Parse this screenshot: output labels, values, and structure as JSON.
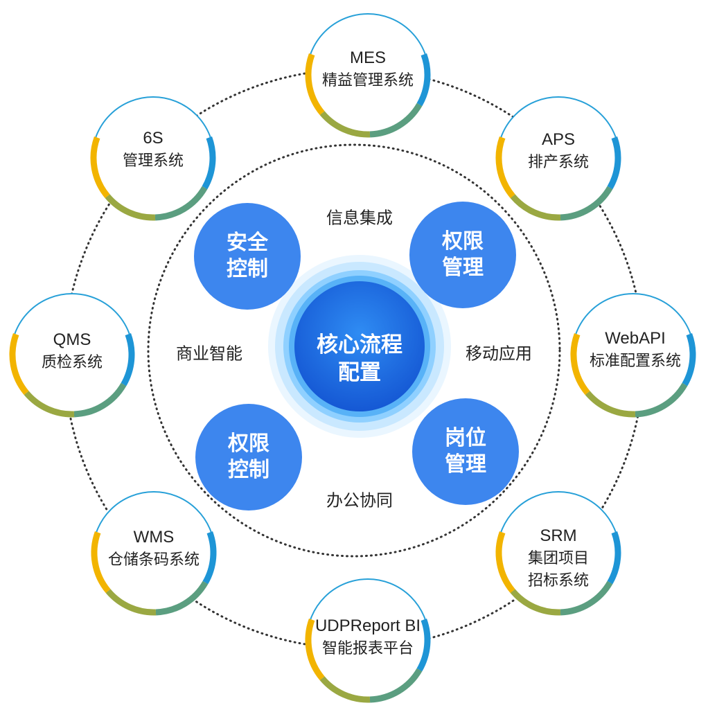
{
  "core": {
    "line1": "核心流程",
    "line2": "配置"
  },
  "inner_circles": [
    {
      "key": "security",
      "line1": "安全",
      "line2": "控制"
    },
    {
      "key": "permission-mgmt",
      "line1": "权限",
      "line2": "管理"
    },
    {
      "key": "permission-ctrl",
      "line1": "权限",
      "line2": "控制"
    },
    {
      "key": "post-mgmt",
      "line1": "岗位",
      "line2": "管理"
    }
  ],
  "features": {
    "top": "信息集成",
    "left": "商业智能",
    "right": "移动应用",
    "bottom": "办公协同"
  },
  "satellites": [
    {
      "key": "mes",
      "line1": "MES",
      "line2": "精益管理系统"
    },
    {
      "key": "aps",
      "line1": "APS",
      "line2": "排产系统"
    },
    {
      "key": "webapi",
      "line1": "WebAPI",
      "line2": "标准配置系统"
    },
    {
      "key": "srm",
      "line1": "SRM",
      "line2": "集团项目",
      "line3": "招标系统"
    },
    {
      "key": "udpreport",
      "line1": "UDPReport BI",
      "line2": "智能报表平台"
    },
    {
      "key": "wms",
      "line1": "WMS",
      "line2": "仓储条码系统"
    },
    {
      "key": "qms",
      "line1": "QMS",
      "line2": "质检系统"
    },
    {
      "key": "6s",
      "line1": "6S",
      "line2": "管理系统"
    }
  ],
  "colors": {
    "blue_circle": "#3d86ee",
    "core_dark": "#1f6fe0",
    "core_light": "#7cc4ff",
    "ring_yellow": "#f2b400",
    "ring_olive": "#9aa842",
    "ring_teal": "#5b9e80",
    "ring_blue": "#1e95d6",
    "ring_thin": "#27a0d8",
    "dots": "#333333"
  }
}
